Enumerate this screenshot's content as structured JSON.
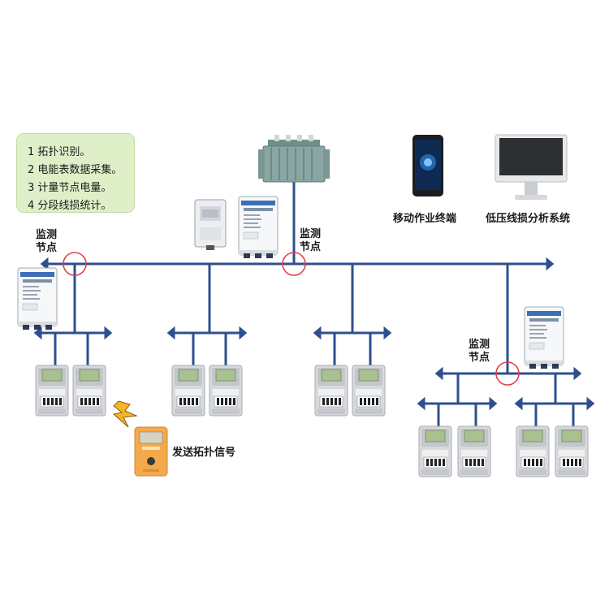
{
  "notes": [
    "1 拓扑识别。",
    "2 电能表数据采集。",
    "3 计量节点电量。",
    "4 分段线损统计。"
  ],
  "labels": {
    "mobile_terminal": "移动作业终端",
    "analysis_system": "低压线损分析系统",
    "send_signal": "发送拓扑信号"
  },
  "monitor_node": {
    "line1": "监测",
    "line2": "节点"
  },
  "colors": {
    "line": "#2f4f8f",
    "node_circle": "#e0404a",
    "note_bg": "#dff0c8",
    "meter_display": "#a9c08f",
    "handheld": "#f4a94c"
  }
}
